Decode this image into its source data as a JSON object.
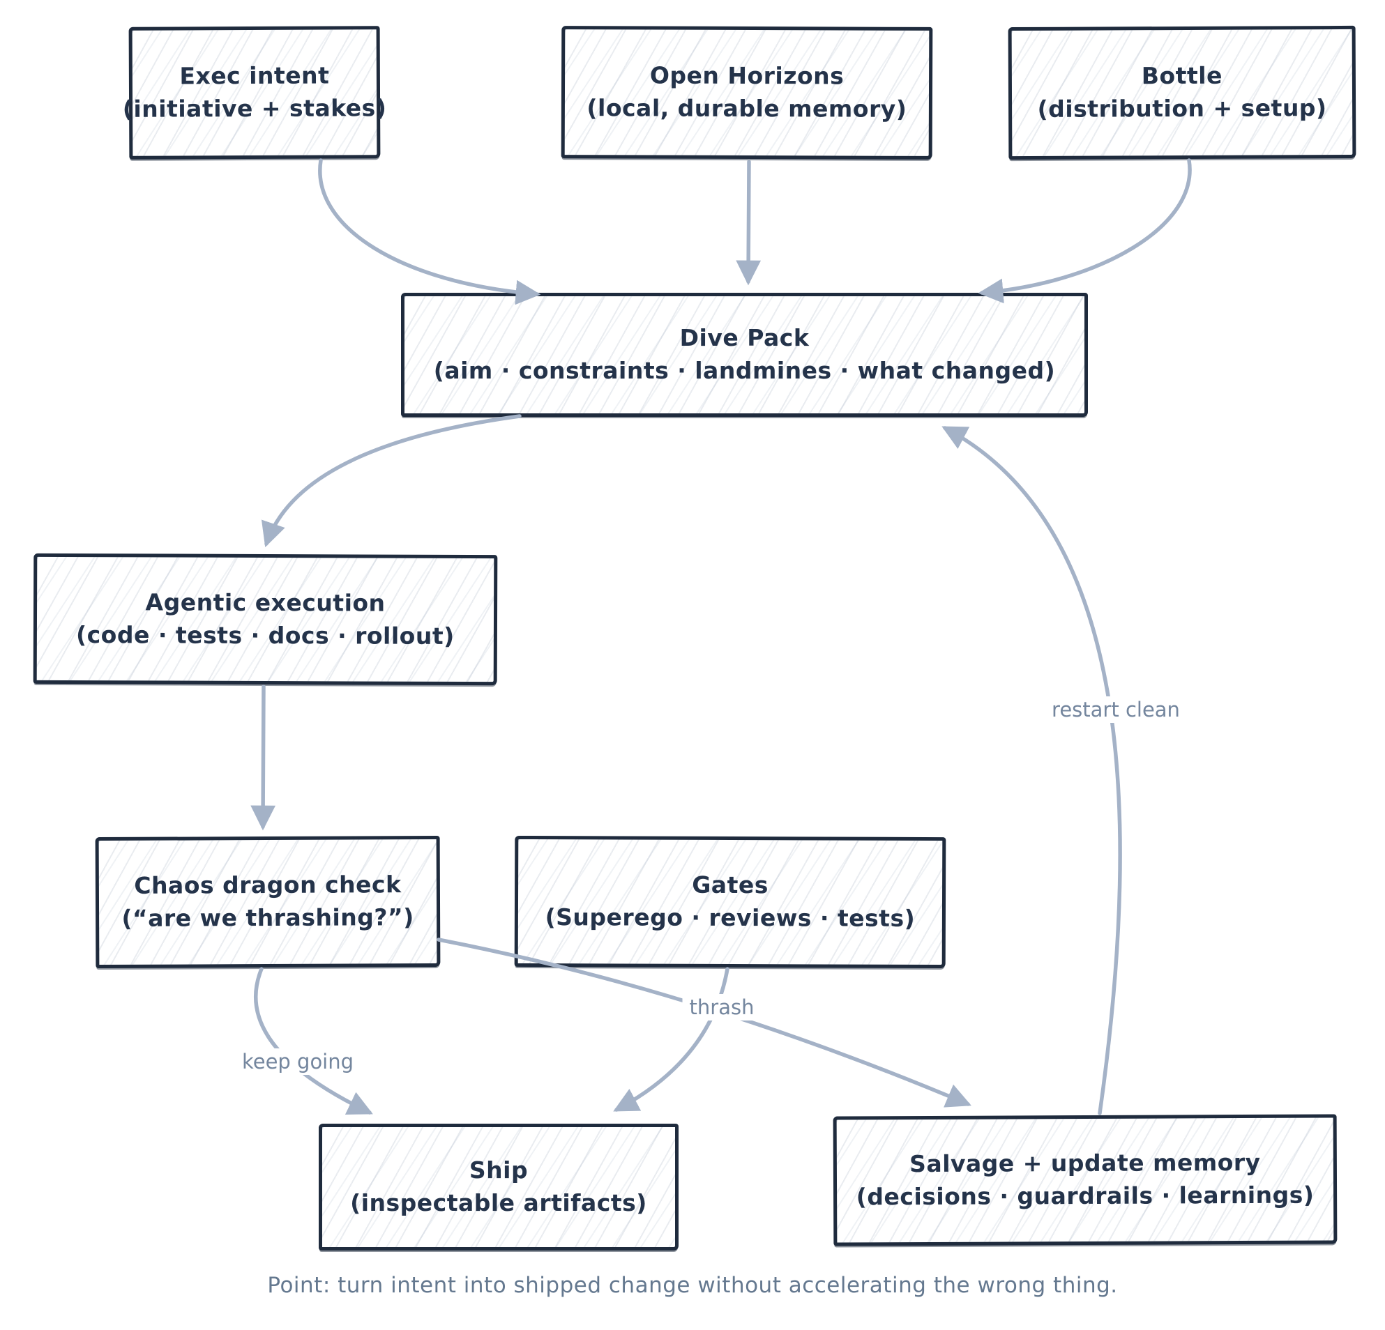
{
  "diagram": {
    "nodes": [
      {
        "id": "exec-intent",
        "title": "Exec intent",
        "subtitle": "(initiative + stakes)"
      },
      {
        "id": "open-horizons",
        "title": "Open Horizons",
        "subtitle": "(local, durable memory)"
      },
      {
        "id": "bottle",
        "title": "Bottle",
        "subtitle": "(distribution + setup)"
      },
      {
        "id": "dive-pack",
        "title": "Dive Pack",
        "subtitle": "(aim · constraints · landmines · what changed)"
      },
      {
        "id": "agentic-execution",
        "title": "Agentic execution",
        "subtitle": "(code · tests · docs · rollout)"
      },
      {
        "id": "chaos-dragon-check",
        "title": "Chaos dragon check",
        "subtitle": "(“are we thrashing?”)"
      },
      {
        "id": "gates",
        "title": "Gates",
        "subtitle": "(Superego · reviews · tests)"
      },
      {
        "id": "ship",
        "title": "Ship",
        "subtitle": "(inspectable artifacts)"
      },
      {
        "id": "salvage",
        "title": "Salvage + update memory",
        "subtitle": "(decisions · guardrails · learnings)"
      }
    ],
    "edges": [
      {
        "from": "exec-intent",
        "to": "dive-pack",
        "label": ""
      },
      {
        "from": "open-horizons",
        "to": "dive-pack",
        "label": ""
      },
      {
        "from": "bottle",
        "to": "dive-pack",
        "label": ""
      },
      {
        "from": "dive-pack",
        "to": "agentic-execution",
        "label": ""
      },
      {
        "from": "agentic-execution",
        "to": "chaos-dragon-check",
        "label": ""
      },
      {
        "from": "chaos-dragon-check",
        "to": "ship",
        "label": "keep going"
      },
      {
        "from": "chaos-dragon-check",
        "to": "salvage",
        "label": "thrash"
      },
      {
        "from": "gates",
        "to": "ship",
        "label": ""
      },
      {
        "from": "salvage",
        "to": "dive-pack",
        "label": "restart clean"
      }
    ],
    "edge_labels": {
      "keep_going": "keep going",
      "thrash": "thrash",
      "restart_clean": "restart clean"
    },
    "caption": "Point: turn intent into shipped change without accelerating the wrong thing.",
    "colors": {
      "ink": "#24334a",
      "border": "#1f2b3d",
      "arrow": "#a4b2c7",
      "edge_label": "#74869e",
      "caption": "#64788f"
    }
  }
}
